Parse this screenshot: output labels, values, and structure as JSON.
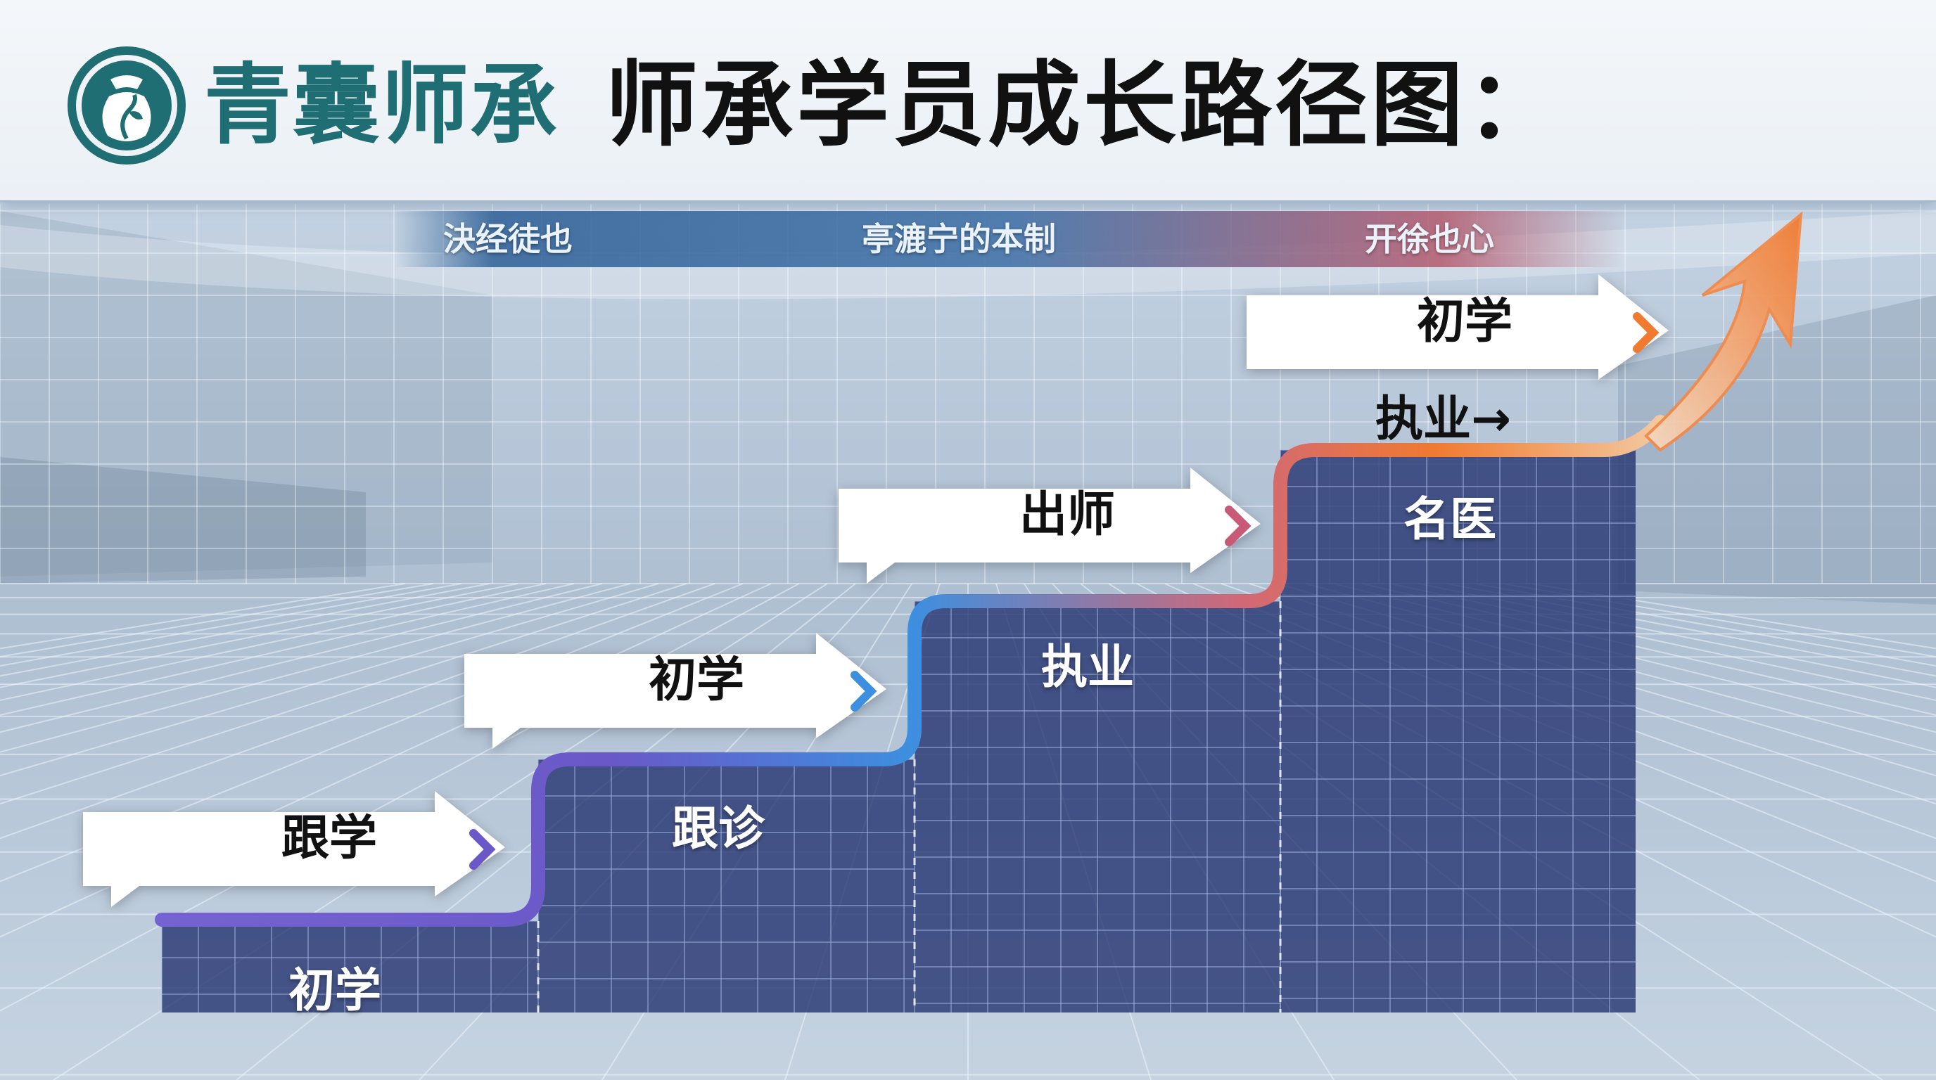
{
  "header": {
    "brand_name": "青囊师承",
    "title": "师承学员成长路径图："
  },
  "phase_bar": {
    "labels": [
      "決经徒也",
      "亭漉宁的本制",
      "开徐也心"
    ]
  },
  "stairs": [
    {
      "label": "初学",
      "color": "#7c6cd6"
    },
    {
      "label": "跟诊",
      "color": "#5a86e0"
    },
    {
      "label": "执业",
      "color": "#d06878"
    },
    {
      "label": "名医",
      "color": "#f08a4a"
    }
  ],
  "callouts": [
    {
      "label": "跟学",
      "chevron_color": "#6a58c8"
    },
    {
      "label": "初学",
      "chevron_color": "#3d8fe0"
    },
    {
      "label": "出师",
      "chevron_color": "#c85a78"
    },
    {
      "label": "初学",
      "chevron_color": "#f07a30"
    }
  ],
  "top_extra_label": "执业→",
  "colors": {
    "brand": "#1f6e74",
    "stair_fill": "#28377a",
    "arrow": "#f08a4a"
  }
}
